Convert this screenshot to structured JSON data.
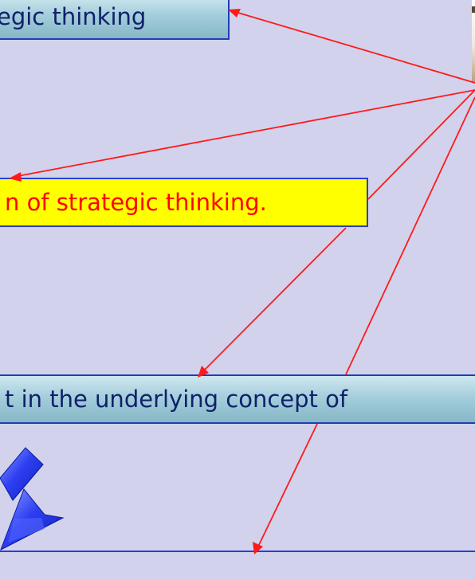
{
  "slide": {
    "box_top_text": "egic thinking",
    "box_middle_text": "n of strategic thinking.",
    "box_lower_text": "t in the underlying concept of"
  },
  "icons": {
    "connector_arrows": "red-arrow-icon",
    "down_arrow": "blue-arrow-icon",
    "photo_fragment": "photo-icon"
  },
  "colors": {
    "background": "#d2d2ec",
    "teal_box": "#a4cedc",
    "yellow_box": "#ffff00",
    "red_text": "#ff0000",
    "arrow_red": "#ff0000",
    "arrow_blue": "#1d2ee8",
    "border_blue": "#2c3fcf"
  }
}
